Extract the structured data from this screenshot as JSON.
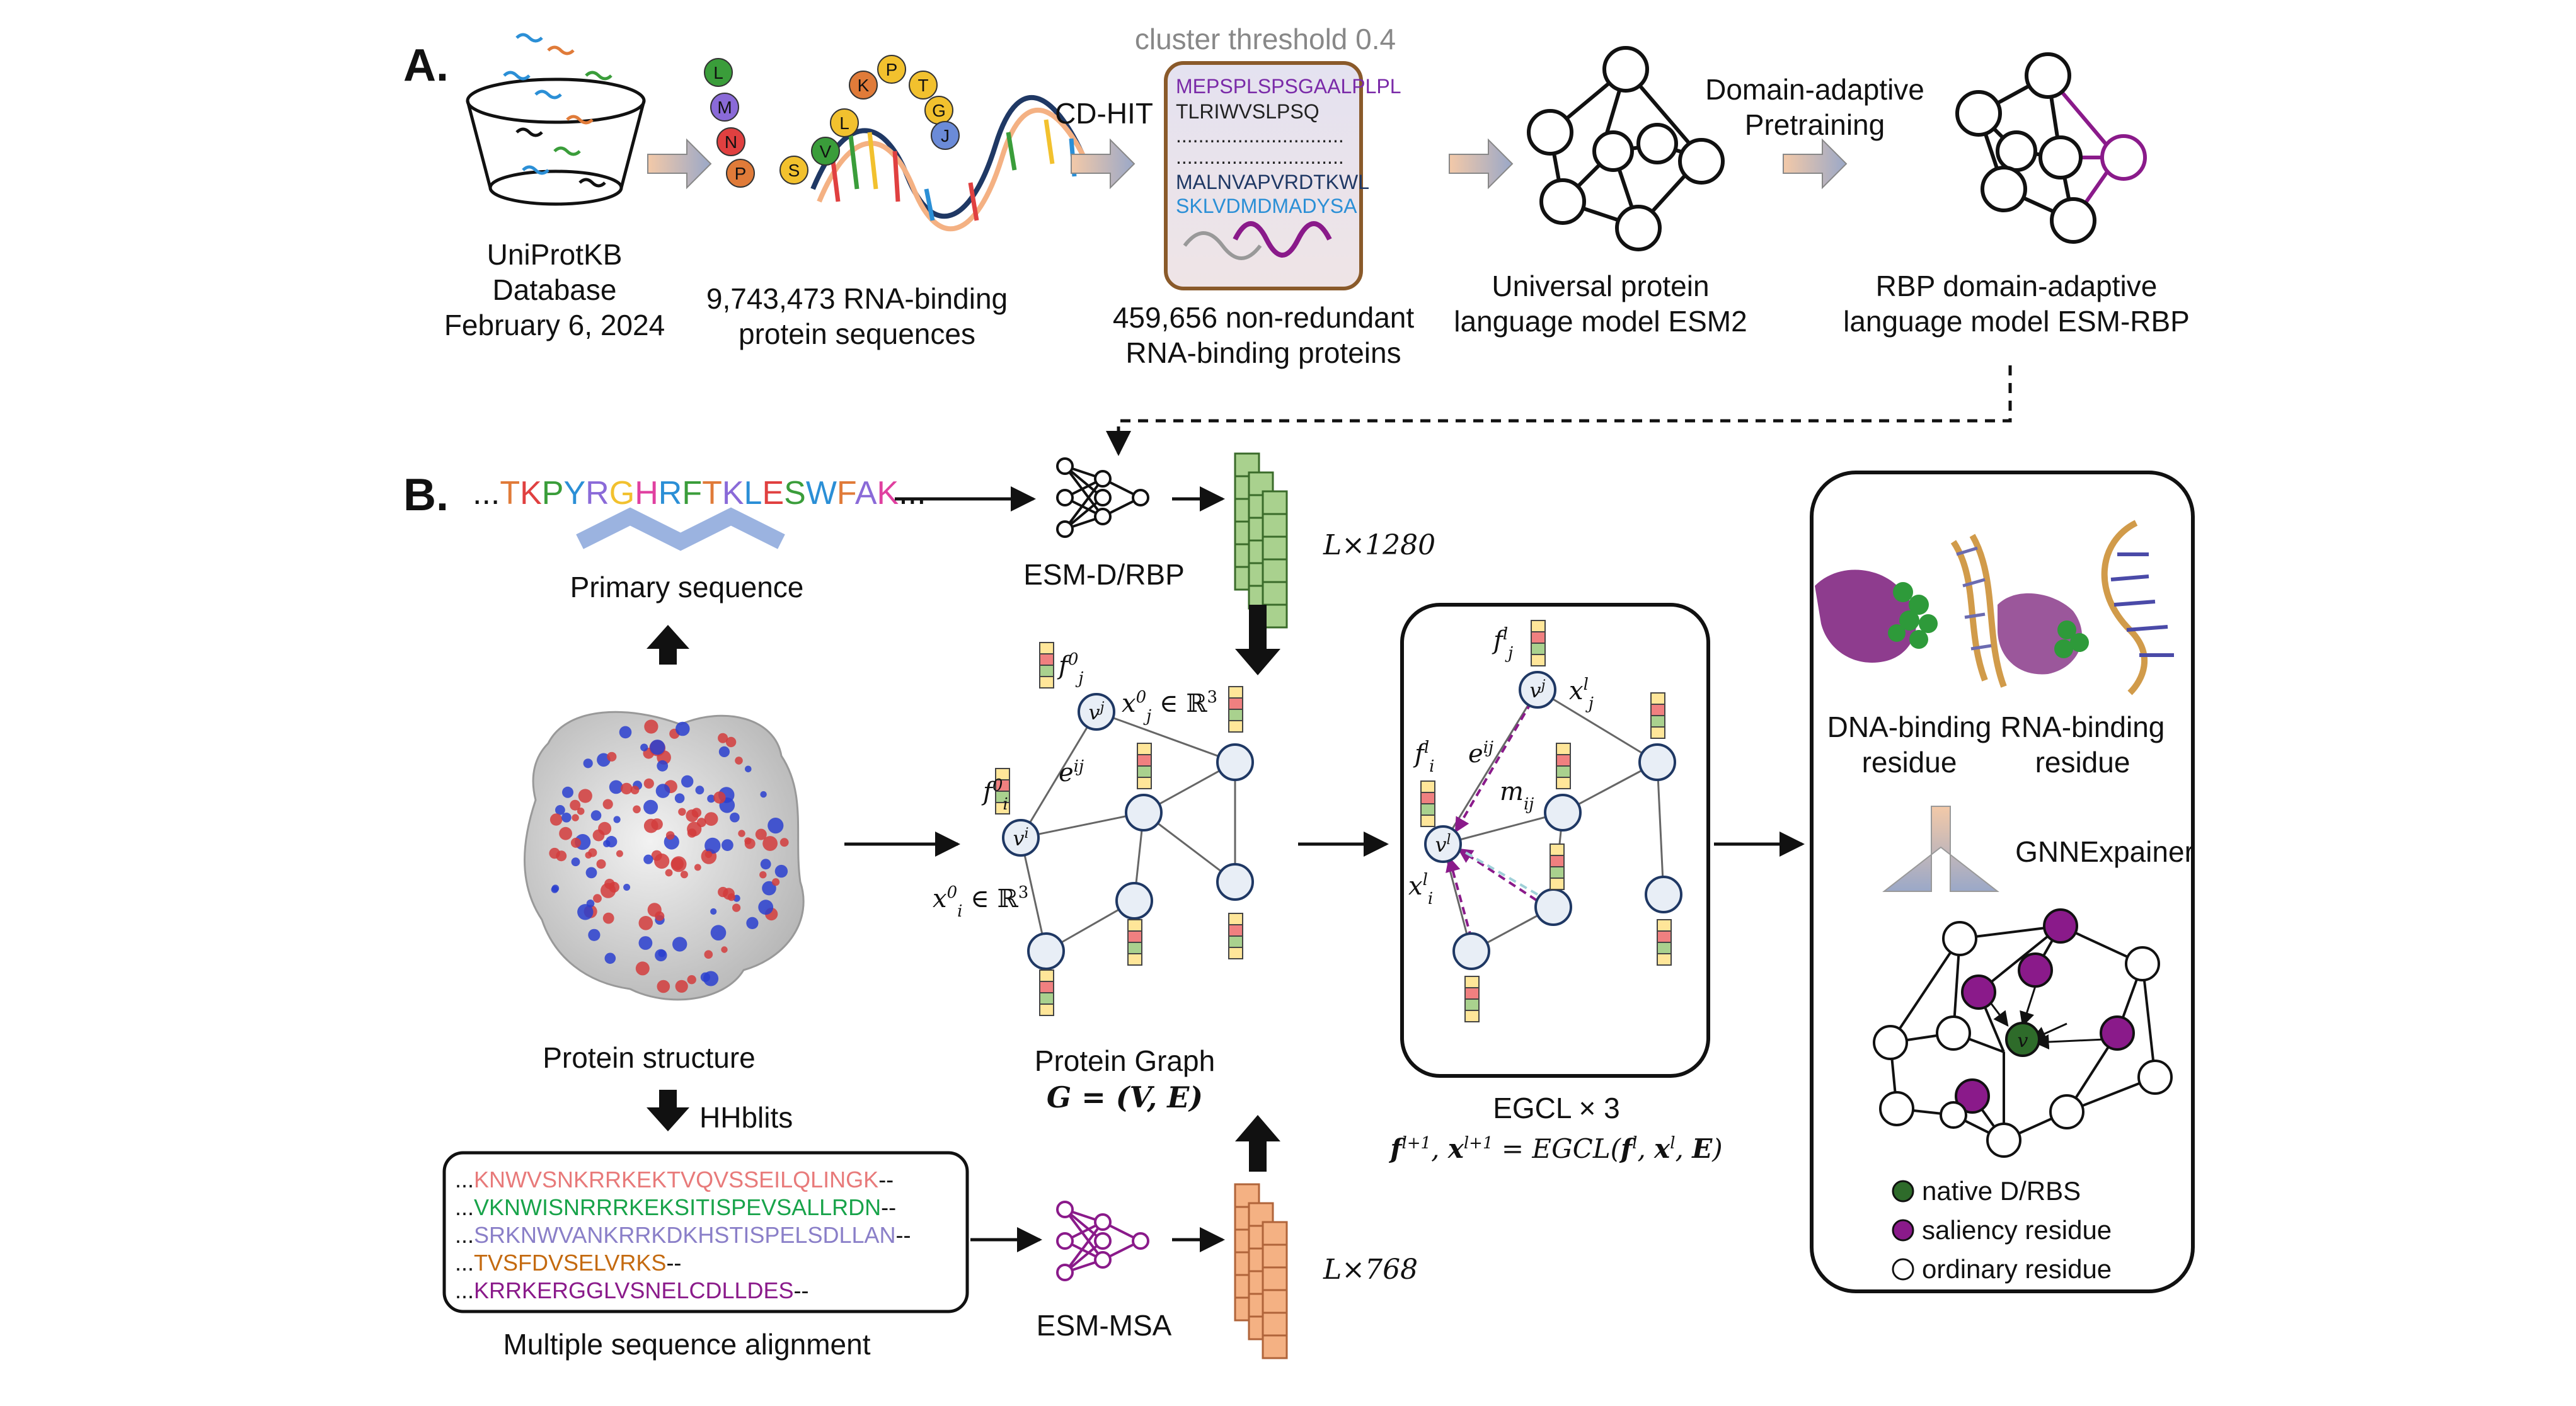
{
  "panel_a": {
    "label": "A.",
    "database": {
      "line1": "UniProtKB",
      "line2": "Database",
      "line3": "February 6, 2024"
    },
    "sequences": {
      "line1": "9,743,473 RNA-binding",
      "line2": "protein sequences"
    },
    "cdhit": "CD-HIT",
    "threshold": "cluster threshold 0.4",
    "seq_box": {
      "row1": "MEPSPLSPSGAALPLPL",
      "row2": "TLRIWVSLPSQ",
      "dots1": "..............................",
      "dots2": "..............................",
      "row3": "MALNVAPVRDTKWL",
      "row4": "SKLVDMDMADYSA"
    },
    "nonredundant": {
      "line1": "459,656 non-redundant",
      "line2": "RNA-binding proteins"
    },
    "esm2": {
      "line1": "Universal protein",
      "line2": "language model ESM2"
    },
    "pretrain": {
      "line1": "Domain-adaptive",
      "line2": "Pretraining"
    },
    "esmrbp": {
      "line1": "RBP domain-adaptive",
      "line2": "language model ESM-RBP"
    },
    "helix_letters": [
      "L",
      "M",
      "N",
      "P",
      "S",
      "V",
      "L",
      "K",
      "P",
      "T",
      "G",
      "J"
    ]
  },
  "panel_b": {
    "label": "B.",
    "sequence": {
      "prefix": "...",
      "suffix": "...",
      "letters": [
        "T",
        "K",
        "P",
        "Y",
        "R",
        "G",
        "H",
        "R",
        "F",
        "T",
        "K",
        "L",
        "E",
        "S",
        "W",
        "F",
        "A",
        "K"
      ]
    },
    "primary_caption": "Primary sequence",
    "esm_d": "ESM-D/RBP",
    "dim1280": "L×1280",
    "structure_caption": "Protein structure",
    "hhblits": "HHblits",
    "msa_rows": [
      "...KNWVSNKRRKEKTVQVSSEILQLINGK--",
      "...VKNWISNRRRKEKSITISPEVSALLRDN--",
      "...SRKNWVANKRRKDKHSTISPELSDLLAN--",
      "...TVSFDVSELVRKS--",
      "...KRRKERGGLVSNELCDLLDES--"
    ],
    "msa_caption": "Multiple sequence alignment",
    "esm_msa": "ESM-MSA",
    "dim768": "L×768",
    "graph_caption": "Protein Graph",
    "graph_eq": "G = (V, E)",
    "egcl_title": "EGCL × 3",
    "egcl_eq": "f^{l+1}, x^{l+1} = EGCL(f^l, x^l, E)",
    "dna_label": {
      "line1": "DNA-binding",
      "line2": "residue"
    },
    "rna_label": {
      "line1": "RNA-binding",
      "line2": "residue"
    },
    "gnn": "GNNExpainer",
    "legend": [
      {
        "label": "native D/RBS",
        "color": "#2e6b2a"
      },
      {
        "label": "saliency residue",
        "color": "#8a1a8a"
      },
      {
        "label": "ordinary residue",
        "color": "#ffffff"
      }
    ]
  },
  "colors": {
    "purple": "#8a1a8a",
    "green_node": "#2e6b2a",
    "node_fill": "#e8eef6",
    "node_stroke": "#1f3864",
    "feature_green": "#a9d18e",
    "feature_orange": "#f4b183",
    "feature_yellow": "#ffe699",
    "feature_red": "#f08080"
  }
}
